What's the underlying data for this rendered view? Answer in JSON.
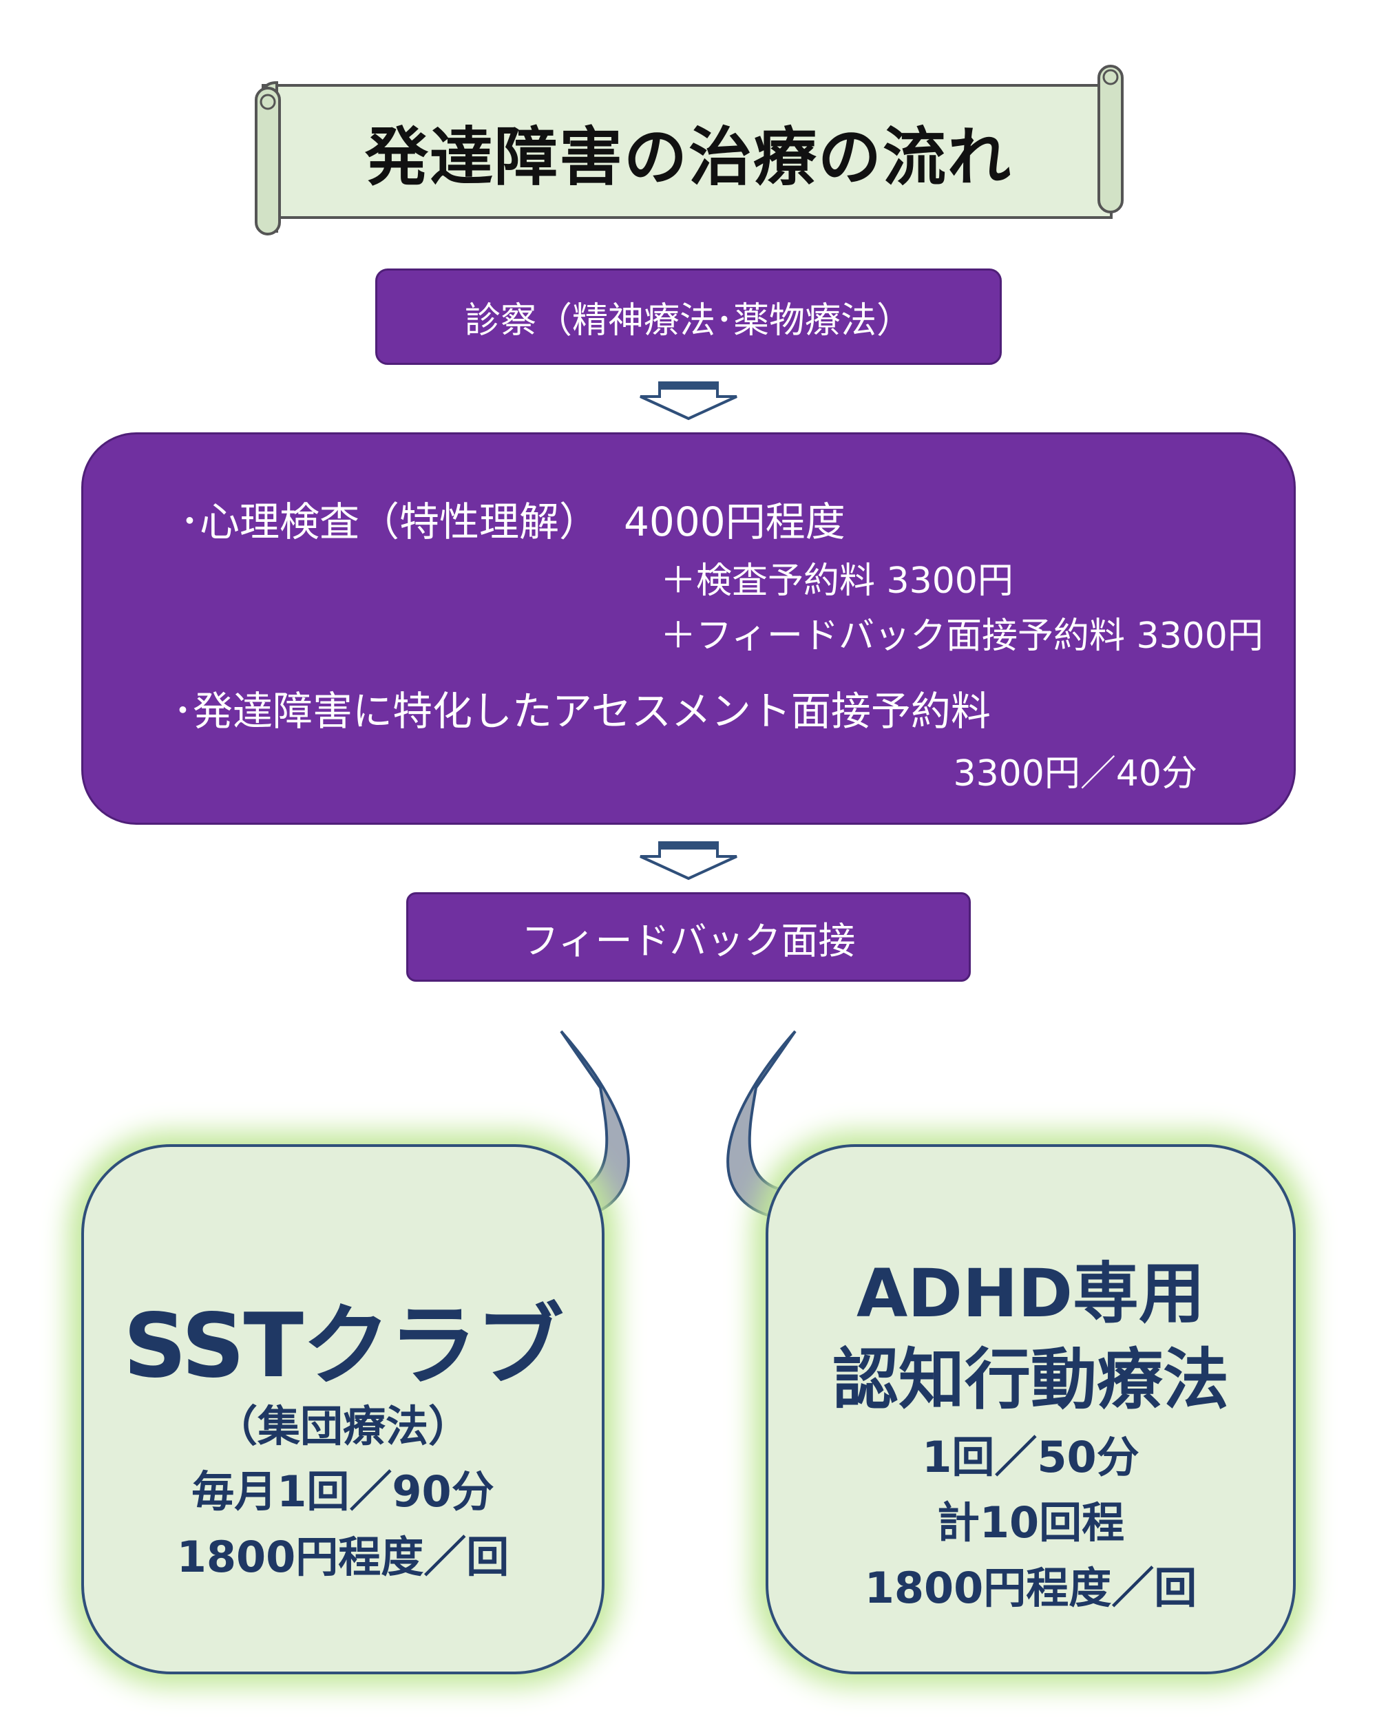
{
  "title": "発達障害の治療の流れ",
  "steps": {
    "diagnosis": "診察（精神療法･薬物療法）",
    "psych_test": {
      "item1": "･心理検査（特性理解）",
      "item1_price": "4000円程度",
      "fee1": "＋検査予約料 3300円",
      "fee2": "＋フィードバック面接予約料 3300円",
      "item2": "･発達障害に特化したアセスメント面接予約料",
      "item2_price": "3300円／40分"
    },
    "feedback": "フィードバック面接"
  },
  "programs": {
    "sst": {
      "title": "SSTクラブ",
      "subtitle": "（集団療法）",
      "frequency": "毎月1回／90分",
      "price": "1800円程度／回"
    },
    "adhd": {
      "title_line1": "ADHD専用",
      "title_line2": "認知行動療法",
      "session": "1回／50分",
      "count": "計10回程",
      "price": "1800円程度／回"
    }
  },
  "colors": {
    "purple": "#7030a0",
    "green_fill": "#e3efda",
    "navy_text": "#1f3864",
    "arrow_grey": "#a3abb8",
    "arrow_light": "#d6e2f3"
  }
}
